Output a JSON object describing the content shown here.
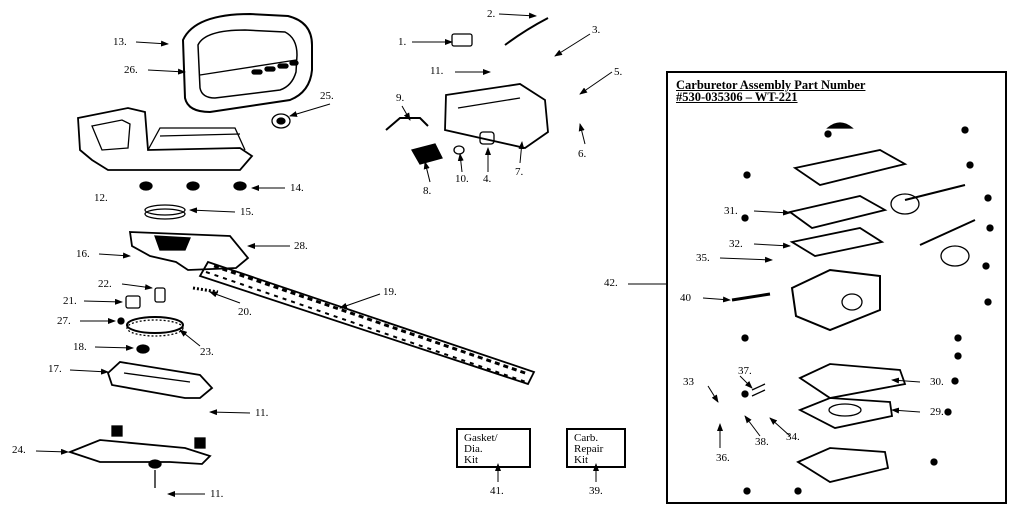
{
  "title_line1": "Carburetor Assembly Part Number",
  "title_line2": "#530-035306 – WT-221",
  "kits": {
    "gasket": [
      "Gasket/",
      "Dia.",
      "Kit"
    ],
    "carb": [
      "Carb.",
      "Repair",
      "Kit"
    ]
  },
  "labels": {
    "l1": "1.",
    "l2": "2.",
    "l3": "3.",
    "l4": "4.",
    "l5": "5.",
    "l6": "6.",
    "l7": "7.",
    "l8": "8.",
    "l9": "9.",
    "l10": "10.",
    "l11a": "11.",
    "l11b": "11.",
    "l11c": "11.",
    "l12": "12.",
    "l13": "13.",
    "l14": "14.",
    "l15": "15.",
    "l16": "16.",
    "l17": "17.",
    "l18": "18.",
    "l19": "19.",
    "l20": "20.",
    "l21": "21.",
    "l22": "22.",
    "l23": "23.",
    "l24": "24.",
    "l25": "25.",
    "l26": "26.",
    "l27": "27.",
    "l28": "28.",
    "l29": "29.",
    "l30": "30.",
    "l31": "31.",
    "l32": "32.",
    "l33": "33",
    "l34": "34.",
    "l35": "35.",
    "l36": "36.",
    "l37": "37.",
    "l38": "38.",
    "l39": "39.",
    "l40": "40",
    "l41": "41.",
    "l42": "42."
  }
}
